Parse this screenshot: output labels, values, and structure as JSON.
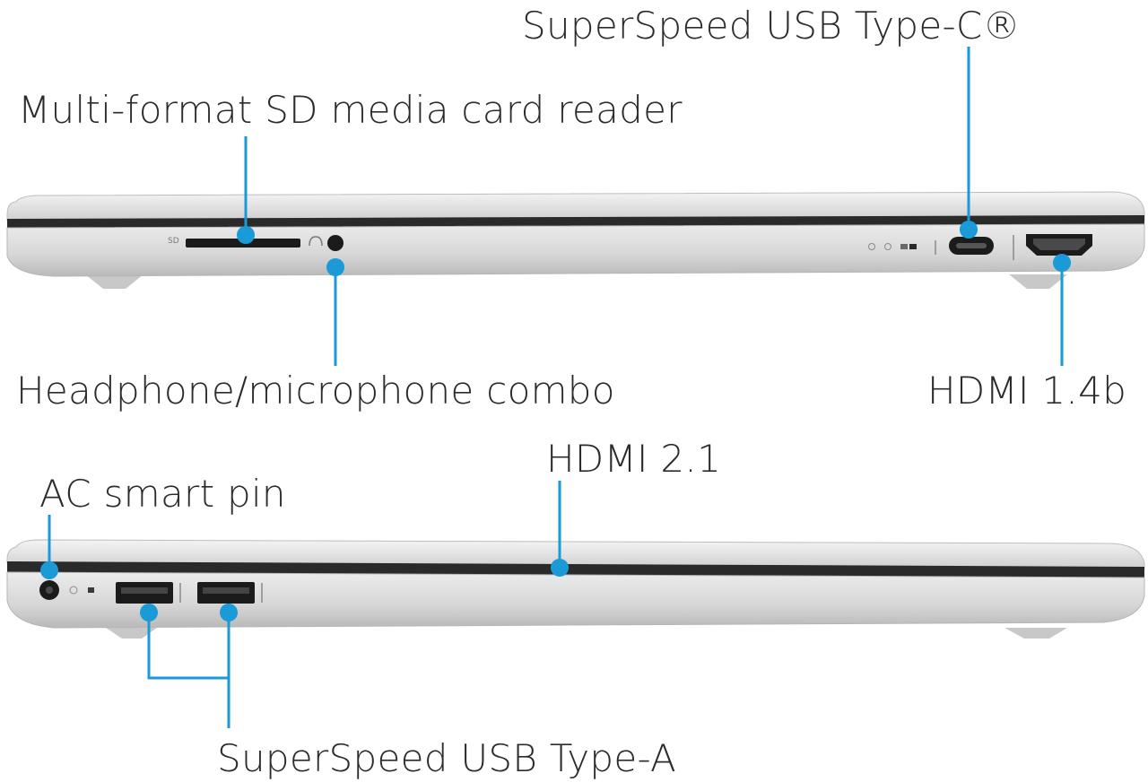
{
  "callouts": {
    "usb_c": "SuperSpeed USB Type-C®",
    "sd_reader": "Multi-format SD media card reader",
    "headphone": "Headphone/microphone combo",
    "hdmi_14": "HDMI 1.4b",
    "hdmi_21": "HDMI 2.1",
    "ac_pin": "AC smart pin",
    "usb_a": "SuperSpeed USB Type-A"
  },
  "port_marks": {
    "sd": "SD"
  },
  "colors": {
    "callout_line": "#1a9ad6",
    "callout_dot": "#1a9ad6",
    "chassis_silver": "#d9d9d9",
    "text": "#2b2b2b"
  },
  "icons": [
    "headphone-icon",
    "power-icon",
    "usb-a-icon",
    "usb-c-icon",
    "hdmi-icon",
    "battery-led-icon"
  ]
}
